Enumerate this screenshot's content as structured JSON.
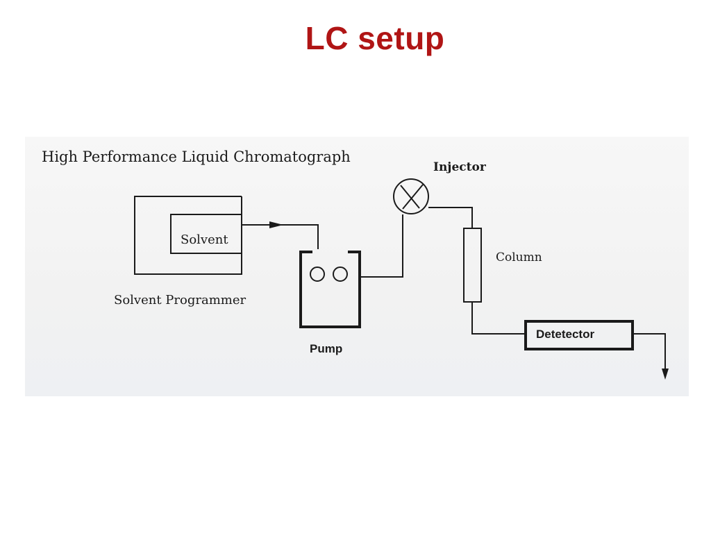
{
  "slide": {
    "title": "LC setup"
  },
  "diagram": {
    "heading": "High Performance Liquid Chromatograph",
    "labels": {
      "solvent": "Solvent",
      "solvent_programmer": "Solvent Programmer",
      "pump": "Pump",
      "injector": "Injector",
      "column": "Column",
      "detector": "Detetector"
    },
    "colors": {
      "title": "#b01515",
      "ink": "#1a1a1a",
      "scan_bg": "#f4f4f4"
    }
  }
}
